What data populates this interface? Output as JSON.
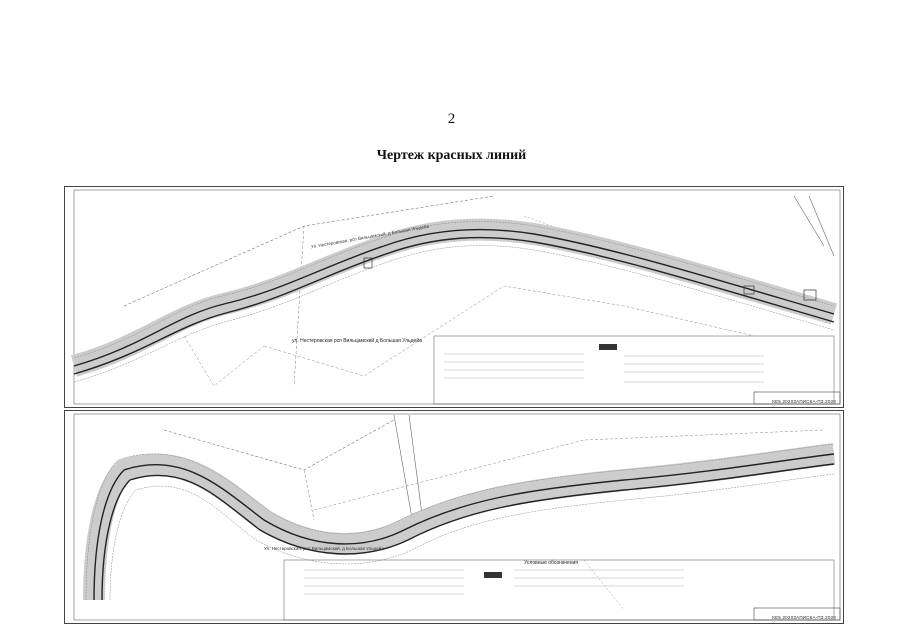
{
  "document": {
    "page_number": "2",
    "title": "Чертеж красных линий"
  },
  "sheets": [
    {
      "street_label": "Ул. Нестеровская, рсп Вильцамский, д Большая Ульдейа",
      "legend_heading": "ул. Нестеровская рсп Вильцамский д Большая Ульдейа",
      "code": "КЕ5.2020ЗАПИСКА-ПЗ.2020"
    },
    {
      "street_label": "Ул. Нестеровская, рсп Вильцамский, д Большая Ульдейа",
      "legend_heading": "Условные обозначения",
      "code": "КЕ5.2020ЗАПИСКА-ПЗ.2020"
    }
  ]
}
